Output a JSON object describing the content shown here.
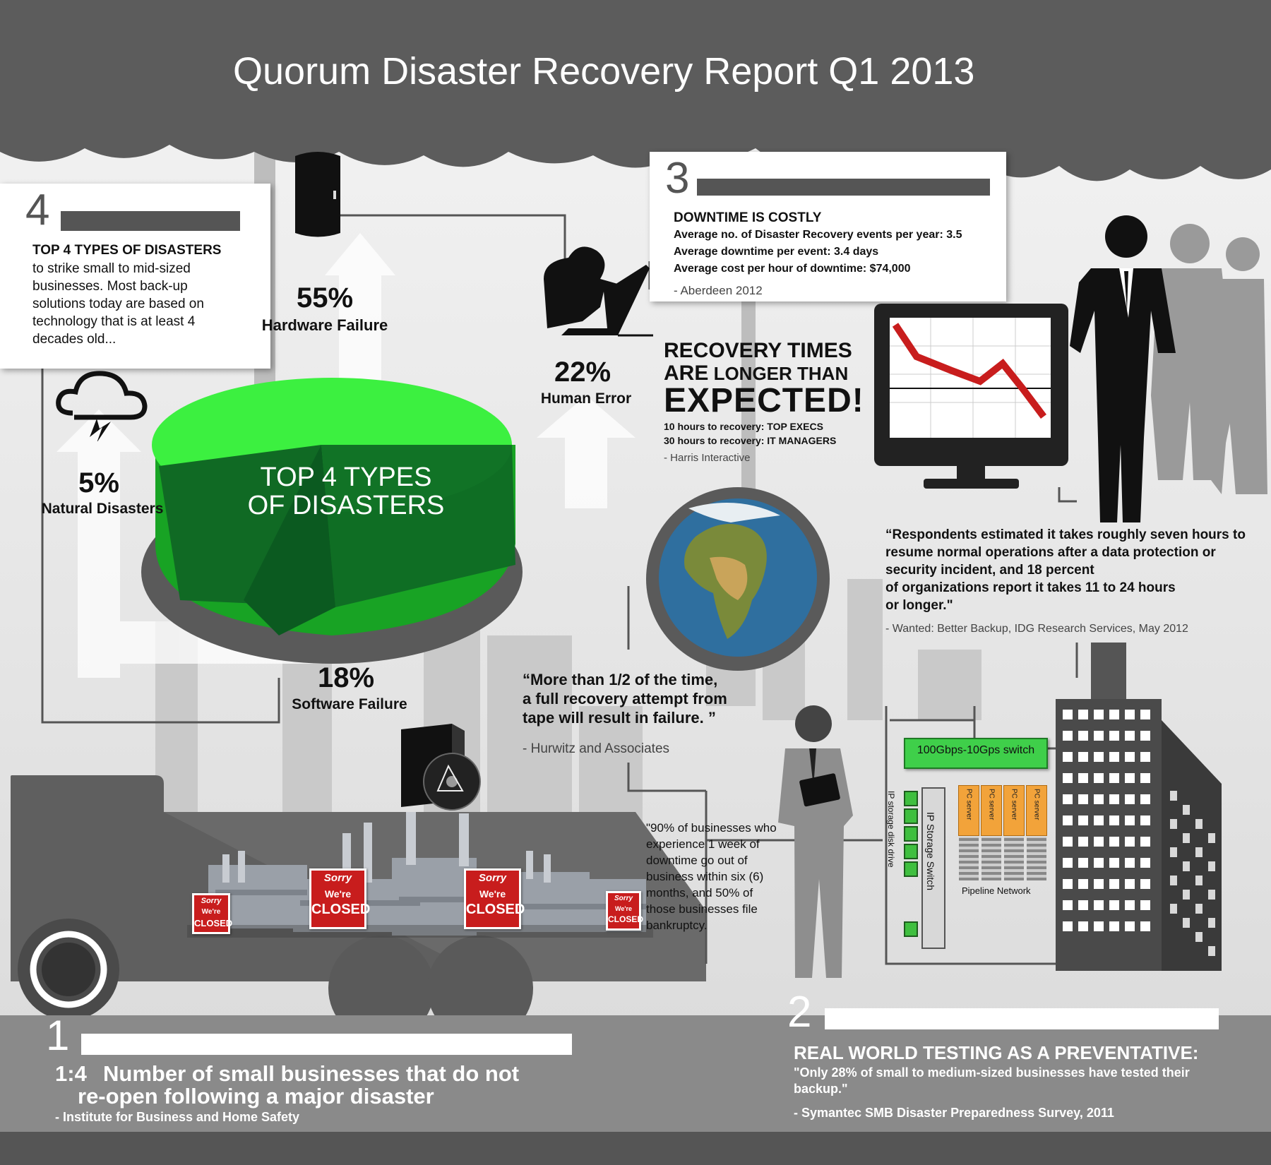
{
  "title": "Quorum Disaster Recovery Report Q1 2013",
  "colors": {
    "dark": "#5f5f5f",
    "green": "#22d633",
    "red": "#c81d1d",
    "orange": "#f2a33a",
    "switch_green": "#3fcf4a"
  },
  "section4": {
    "number": "4",
    "heading": "TOP 4 TYPES OF DISASTERS",
    "body": "to strike small to mid-sized businesses. Most back-up solutions today are based on technology that is at least 4 decades old..."
  },
  "pie": {
    "label_line1": "TOP 4 TYPES",
    "label_line2": "OF DISASTERS",
    "hardware": {
      "pct": "55%",
      "label": "Hardware Failure"
    },
    "human": {
      "pct": "22%",
      "label": "Human Error"
    },
    "software": {
      "pct": "18%",
      "label": "Software Failure"
    },
    "natural": {
      "pct": "5%",
      "label": "Natural Disasters"
    }
  },
  "chart_data": {
    "type": "pie",
    "title": "TOP 4 TYPES OF DISASTERS",
    "categories": [
      "Hardware Failure",
      "Human Error",
      "Software Failure",
      "Natural Disasters"
    ],
    "values": [
      55,
      22,
      18,
      5
    ]
  },
  "section3": {
    "number": "3",
    "heading": "DOWNTIME IS COSTLY",
    "lines": [
      "Average no. of Disaster Recovery events per year: 3.5",
      "Average downtime per event: 3.4 days",
      "Average cost per hour of downtime: $74,000"
    ],
    "source": "- Aberdeen 2012"
  },
  "recovery": {
    "line1": "RECOVERY TIMES",
    "line2a": "ARE",
    "line2b": " LONGER THAN",
    "line3": "EXPECTED!",
    "fact1": "10 hours to recovery: TOP EXECS",
    "fact2": "30 hours to recovery: IT MANAGERS",
    "source": "- Harris Interactive"
  },
  "idg_quote": {
    "line1": "“Respondents estimated it takes roughly seven hours to",
    "line2": "resume normal operations after a data protection or",
    "line3": "security incident, and 18 percent",
    "line4": "of organizations report it takes 11 to 24 hours",
    "line5": "or longer.\"",
    "source": "- Wanted: Better Backup, IDG Research Services, May 2012"
  },
  "tape_quote": {
    "line1": "“More than 1/2 of the time,",
    "line2": "a full recovery attempt from",
    "line3": "tape will result in failure. ”",
    "source": "- Hurwitz and Associates"
  },
  "ninety_quote": {
    "line1": "\"90% of businesses who",
    "line2": "experience 1 week of",
    "line3": "downtime go out of",
    "line4": "business within six (6)",
    "line5": "months, and 50% of",
    "line6": "those businesses file",
    "line7": "bankruptcy."
  },
  "network": {
    "switch": "100Gbps-10Gps switch",
    "server_label": "PC server",
    "ip_switch": "IP Storage Switch",
    "ip_disk": "IP storage disk drive",
    "pipeline": "Pipeline Network"
  },
  "closed_sign": {
    "sorry": "Sorry",
    "were": "We're",
    "closed": "CLOSED"
  },
  "section1": {
    "number": "1",
    "ratio": "1:4",
    "text_line1": "Number of small businesses that do not",
    "text_line2": "re-open following a major disaster",
    "source": "- Institute for Business and Home Safety"
  },
  "section2": {
    "number": "2",
    "heading": "REAL WORLD TESTING AS A PREVENTATIVE:",
    "quote_line1": "\"Only 28% of small to medium-sized businesses have tested their",
    "quote_line2": "backup.\"",
    "source": "- Symantec SMB Disaster Preparedness Survey, 2011"
  }
}
